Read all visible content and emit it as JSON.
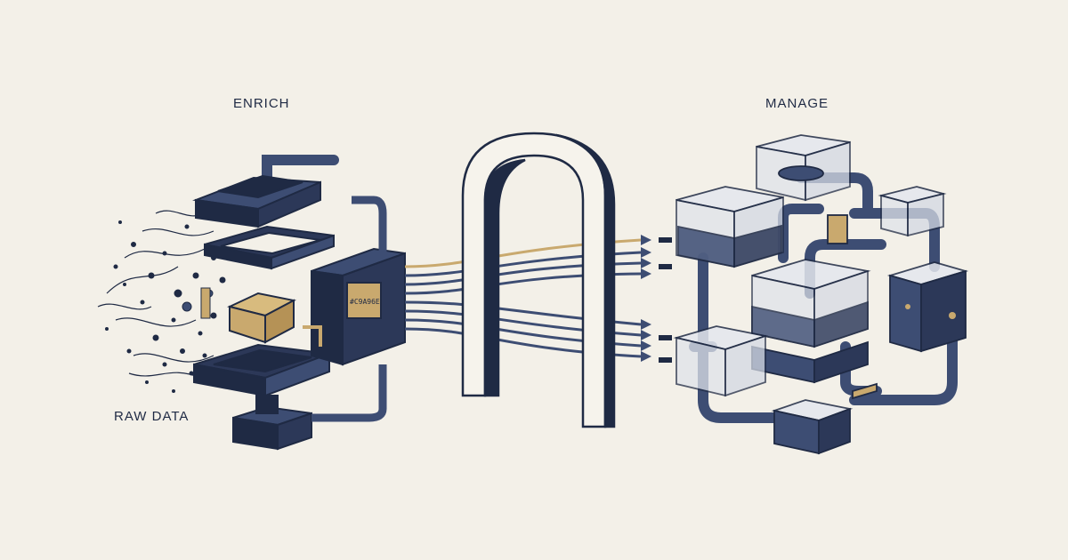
{
  "labels": {
    "enrich": "ENRICH",
    "manage": "MANAGE",
    "raw_data": "RAW DATA"
  },
  "processor_tag": "#C9A96E",
  "colors": {
    "background": "#f3f0e8",
    "navy": "#1f2a44",
    "blue": "#3d4d73",
    "gold": "#c9a96e",
    "glass": "#dfe3ea"
  }
}
